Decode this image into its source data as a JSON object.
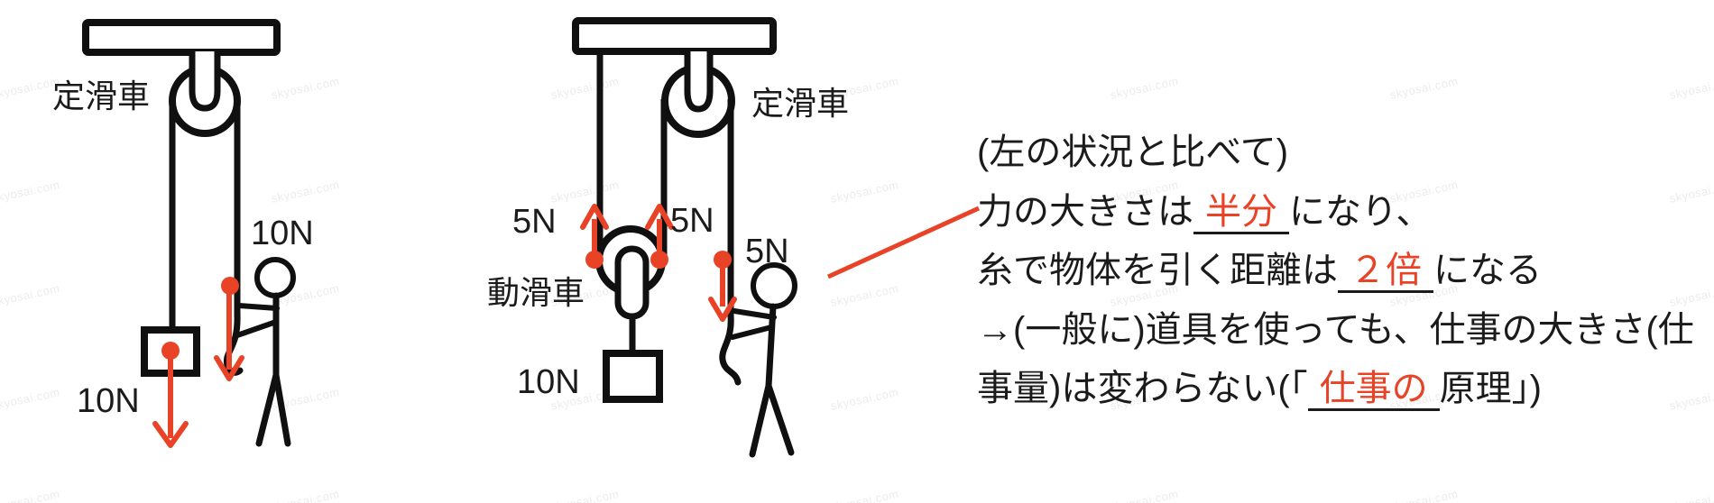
{
  "colors": {
    "ink": "#101010",
    "text": "#1b1b1b",
    "accent_red": "#e84227",
    "watermark_gray": "#ebebeb"
  },
  "watermark": {
    "text": "skyosai.com"
  },
  "left_diagram": {
    "fixed_pulley_label": "定滑車",
    "hand_force_label": "10N",
    "weight_force_label": "10N"
  },
  "middle_diagram": {
    "fixed_pulley_label": "定滑車",
    "movable_pulley_label": "動滑車",
    "left_rope_force_label": "5N",
    "middle_rope_force_label": "5N",
    "hand_force_label": "5N",
    "weight_label": "10N"
  },
  "notes": {
    "line1": "(左の状況と比べて)",
    "line2_pre": "力の大きさは",
    "line2_blank": "半分",
    "line2_post": "になり、",
    "line3_pre": "糸で物体を引く距離は",
    "line3_blank": "２倍",
    "line3_post": "になる",
    "line4": "→(一般に)道具を使っても、仕事の大きさ(仕",
    "line5_pre": "事量)は変わらない(「",
    "line5_blank": "仕事の",
    "line5_post": "原理」)"
  }
}
